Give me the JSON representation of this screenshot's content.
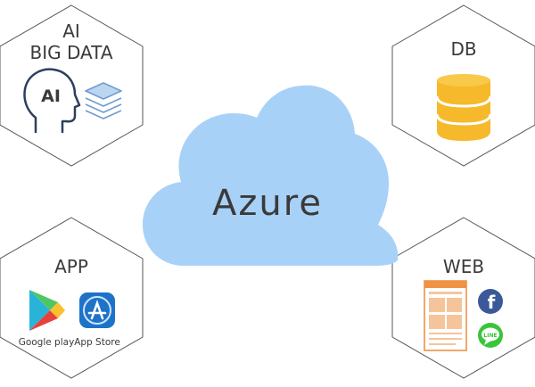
{
  "center": {
    "label": "Azure"
  },
  "nodes": {
    "ai": {
      "line1": "AI",
      "line2": "BIG DATA",
      "icon_text": "AI",
      "icons": [
        "head-ai-icon",
        "layers-icon"
      ]
    },
    "db": {
      "label": "DB",
      "icons": [
        "database-icon"
      ]
    },
    "app": {
      "label": "APP",
      "google_play": "Google play",
      "app_store": "App Store",
      "icons": [
        "google-play-icon",
        "app-store-icon"
      ]
    },
    "web": {
      "label": "WEB",
      "icons": [
        "webpage-icon",
        "facebook-icon",
        "line-icon"
      ],
      "line_text": "LINE",
      "facebook_text": "f"
    }
  },
  "colors": {
    "cloud": "#a8d1f8",
    "hex_stroke": "#555555",
    "db": "#f6b92b",
    "webpage": "#ef9245",
    "facebook": "#3b5998",
    "line": "#38c53b",
    "ai_icon": "#2e3f5c"
  }
}
